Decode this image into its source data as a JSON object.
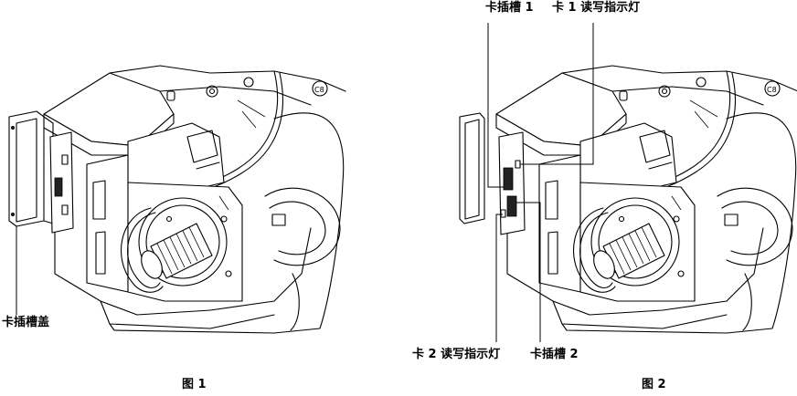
{
  "figure1": {
    "caption": "图 1",
    "labels": {
      "slot_cover": "卡插槽盖"
    }
  },
  "figure2": {
    "caption": "图 2",
    "labels": {
      "slot1": "卡插槽 1",
      "slot1_access_led": "卡 1 读写指示灯",
      "slot2_access_led": "卡 2 读写指示灯",
      "slot2": "卡插槽 2"
    }
  }
}
